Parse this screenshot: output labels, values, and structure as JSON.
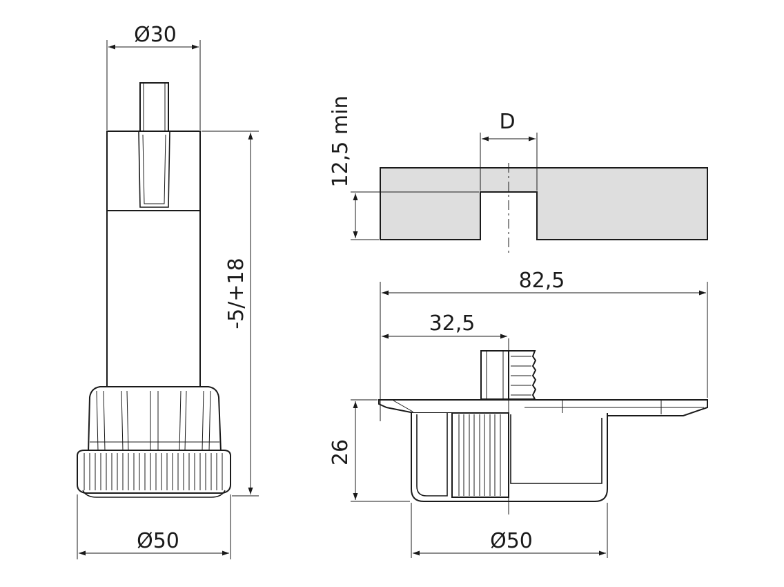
{
  "drawing": {
    "left_view": {
      "top_diameter": "Ø30",
      "height_range": "-5/+18",
      "base_diameter": "Ø50"
    },
    "cutout_view": {
      "slot_width": "D",
      "min_depth": "12,5 min"
    },
    "side_view": {
      "total_length": "82,5",
      "center_offset": "32,5",
      "height": "26",
      "base_diameter": "Ø50"
    }
  }
}
